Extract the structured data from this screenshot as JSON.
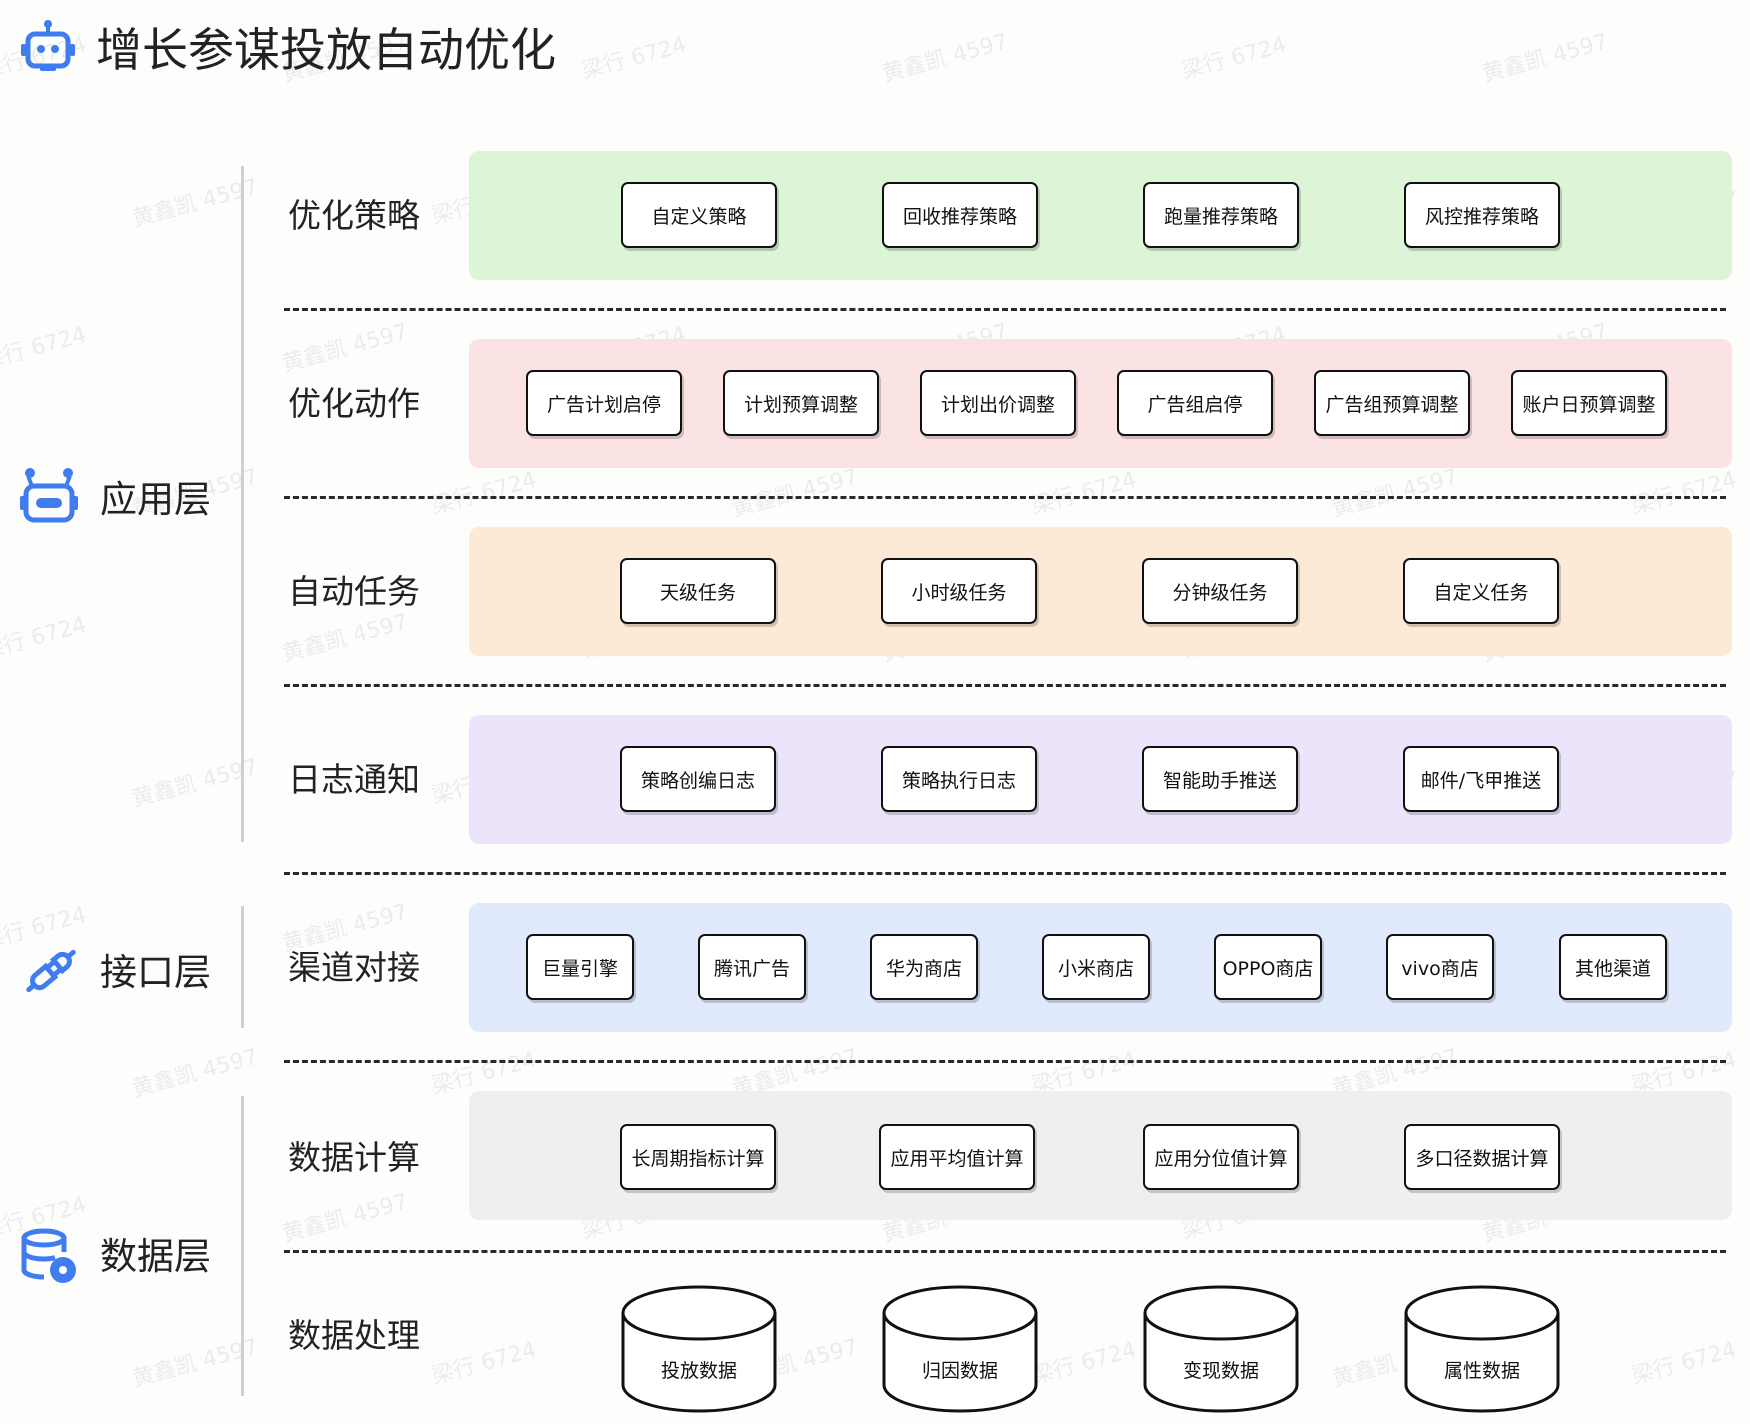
{
  "title": "增长参谋投放自动优化",
  "layers": [
    {
      "label": "应用层",
      "icon": "robot-icon"
    },
    {
      "label": "接口层",
      "icon": "plug-icon"
    },
    {
      "label": "数据层",
      "icon": "database-icon"
    }
  ],
  "rows": [
    {
      "title": "优化策略",
      "color": "#dcf5d6",
      "nodes": [
        "自定义策略",
        "回收推荐策略",
        "跑量推荐策略",
        "风控推荐策略"
      ]
    },
    {
      "title": "优化动作",
      "color": "#fce3e3",
      "nodes": [
        "广告计划启停",
        "计划预算调整",
        "计划出价调整",
        "广告组启停",
        "广告组预算调整",
        "账户日预算调整"
      ]
    },
    {
      "title": "自动任务",
      "color": "#fce9d6",
      "nodes": [
        "天级任务",
        "小时级任务",
        "分钟级任务",
        "自定义任务"
      ]
    },
    {
      "title": "日志通知",
      "color": "#ebe4fb",
      "nodes": [
        "策略创编日志",
        "策略执行日志",
        "智能助手推送",
        "邮件/飞甲推送"
      ]
    },
    {
      "title": "渠道对接",
      "color": "#e1eafc",
      "nodes": [
        "巨量引擎",
        "腾讯广告",
        "华为商店",
        "小米商店",
        "OPPO商店",
        "vivo商店",
        "其他渠道"
      ]
    },
    {
      "title": "数据计算",
      "color": "#efefef",
      "nodes": [
        "长周期指标计算",
        "应用平均值计算",
        "应用分位值计算",
        "多口径数据计算"
      ]
    },
    {
      "title": "数据处理",
      "color": "",
      "nodes": [
        "投放数据",
        "归因数据",
        "变现数据",
        "属性数据"
      ]
    }
  ],
  "watermarks": [
    "梁行 6724",
    "黄鑫凯 4597"
  ],
  "colors": {
    "icon_blue": "#3f7cf0",
    "line": "#cfcfcf",
    "border": "#111111"
  }
}
